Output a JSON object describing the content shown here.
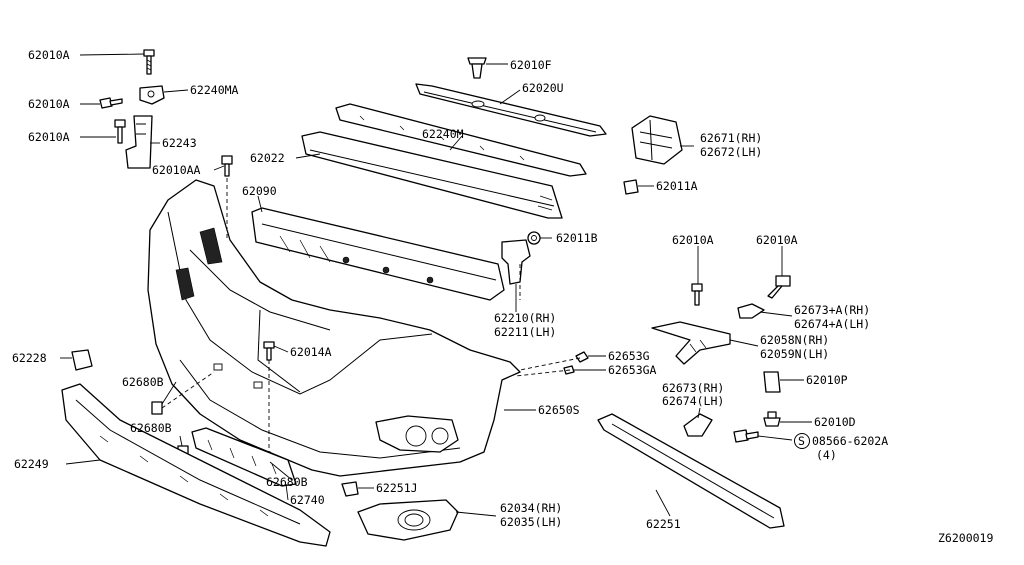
{
  "diagram_id": "Z6200019",
  "callouts": {
    "c62010A_1": "62010A",
    "c62010A_2": "62010A",
    "c62010A_3": "62010A",
    "c62240MA": "62240MA",
    "c62243": "62243",
    "c62010AA": "62010AA",
    "c62010F": "62010F",
    "c62020U": "62020U",
    "c62240M": "62240M",
    "c62022": "62022",
    "c62090": "62090",
    "c62671": "62671(RH)",
    "c62672": "62672(LH)",
    "c62011A": "62011A",
    "c62011B": "62011B",
    "c62010A_4": "62010A",
    "c62010A_5": "62010A",
    "c62210": "62210(RH)",
    "c62211": "62211(LH)",
    "c62673A": "62673+A(RH)",
    "c62674A": "62674+A(LH)",
    "c62058N": "62058N(RH)",
    "c62059N": "62059N(LH)",
    "c62228": "62228",
    "c62014A": "62014A",
    "c62680B_1": "62680B",
    "c62653G": "62653G",
    "c62653GA": "62653GA",
    "c62010P": "62010P",
    "c62673": "62673(RH)",
    "c62674": "62674(LH)",
    "c62650S": "62650S",
    "c62010D": "62010D",
    "c62680B_2": "62680B",
    "c08566": "08566-6202A",
    "c08566_qty": "(4)",
    "c08566_symbol": "S",
    "c62249": "62249",
    "c62680B_3": "62680B",
    "c62251J": "62251J",
    "c62740": "62740",
    "c62034": "62034(RH)",
    "c62035": "62035(LH)",
    "c62251": "62251"
  }
}
